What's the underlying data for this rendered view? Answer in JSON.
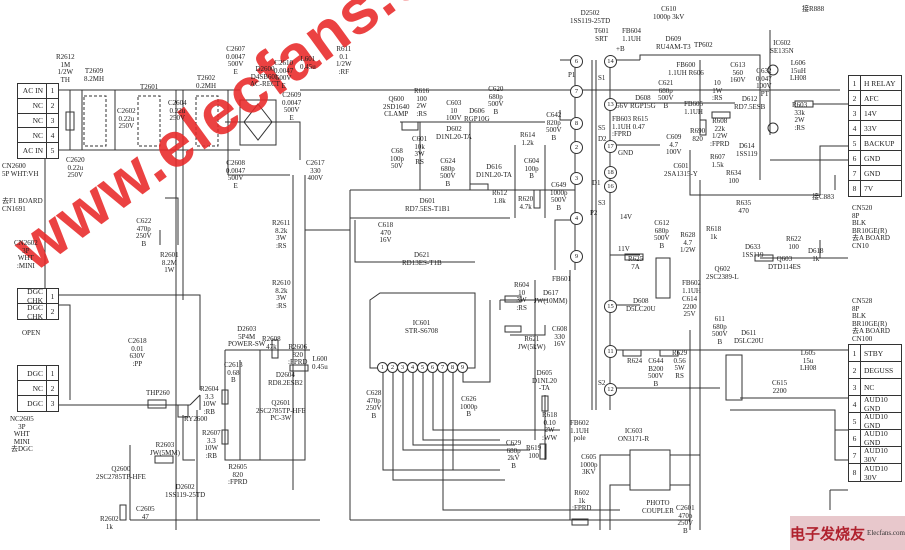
{
  "watermark": "www.elecfans.com",
  "logo": {
    "cn": "电子发烧友",
    "en": "Elecfans.com"
  },
  "connectors": {
    "cn2600": {
      "rows": [
        {
          "name": "AC IN",
          "num": "1"
        },
        {
          "name": "NC",
          "num": "2"
        },
        {
          "name": "NC",
          "num": "3"
        },
        {
          "name": "NC",
          "num": "4"
        },
        {
          "name": "AC IN",
          "num": "5"
        }
      ]
    },
    "dgc_chk": {
      "rows": [
        {
          "name": "DGC CHK",
          "num": "1"
        },
        {
          "name": "DGC CHK",
          "num": "2"
        }
      ]
    },
    "cn2605": {
      "rows": [
        {
          "name": "DGC",
          "num": "1"
        },
        {
          "name": "NC",
          "num": "2"
        },
        {
          "name": "DGC",
          "num": "3"
        }
      ]
    },
    "cn520": {
      "rows": [
        {
          "name": "H RELAY",
          "num": "1"
        },
        {
          "name": "AFC",
          "num": "2"
        },
        {
          "name": "14V",
          "num": "3"
        },
        {
          "name": "33V",
          "num": "4"
        },
        {
          "name": "BACKUP",
          "num": "5"
        },
        {
          "name": "GND",
          "num": "6"
        },
        {
          "name": "GND",
          "num": "7"
        },
        {
          "name": "7V",
          "num": "8"
        }
      ]
    },
    "cn528": {
      "rows": [
        {
          "name": "STBY",
          "num": "1"
        },
        {
          "name": "DEGUSS",
          "num": "2"
        },
        {
          "name": "NC",
          "num": "3"
        },
        {
          "name": "AUD10 GND",
          "num": "4"
        },
        {
          "name": "AUD10 GND",
          "num": "5"
        },
        {
          "name": "AUD10 GND",
          "num": "6"
        },
        {
          "name": "AUD10  30V",
          "num": "7"
        },
        {
          "name": "AUD10  30V",
          "num": "8"
        }
      ]
    }
  },
  "labels": {
    "cn2600": "CN2600\n5P WHT:VH",
    "f1board": "去F1 BOARD\nCN1691",
    "cn2602": "CN2602\n3P\nWHT\n:MINI",
    "open": "OPEN",
    "nc2605": "NC2605\n3P\nWHT\nMINI\n去DGC",
    "cn520": "CN520\n8P\nBLK\nBR10GE(R)\n去A BOARD\nCN10",
    "cn528": "CN528\n8P\nBLK\nBR10GE(R)\n去A BOARD\nCN100",
    "r2612": "R2612\n1M\n1/2W\nTH",
    "t2609": "T2609\n8.2MH",
    "c2602": "C2602\n0.22u\n250V",
    "c2620": "C2620\n0.22u\n250V",
    "t2601": "T2601",
    "c2604": "C2604\n0.22u\n250V",
    "t2602": "T2602\n0.2MH",
    "c2607": "C2607\n0.0047\n500V\nE",
    "d2600": "D2600\nD4SB60L\nAC-RECT",
    "c2610": "C2610\n0.0047\n500V\nE",
    "c2609": "C2609\n0.0047\n500V\nE",
    "c2608": "C2608\n0.0047\n500V\nE",
    "c622": "C622\n470p\n250V\nB",
    "r2601": "R2601\n8.2M\n1W",
    "r2611": "R2611\n8.2k\n3W\n:RS",
    "r2610": "R2610\n8.2k\n3W\n:RS",
    "c2617": "C2617\n330\n400V",
    "l601": "L601\n0.45u",
    "r611": "R611\n0.1\n1/2W\n:RF",
    "q600": "Q600\n2SD1640\nCLAMP",
    "r616": "R616\n100\n2W\n:RS",
    "c603": "C603\n10\n100V",
    "d606": "D606\nRGP10G",
    "c620": "C620\n680p\n500V\nB",
    "c601a": "C601\n10k\n3W\nRS",
    "c68": "C68\n100p\n50V",
    "d602": "D602\nD1NL20-TA",
    "c624": "C624\n680p\n500V\nB",
    "d601": "D601\nRD7.5ES-T1B1",
    "c618": "C618\n470\n16V",
    "d621": "D621\nRD13ES-T1B",
    "d616": "D616\nD1NL20-TA",
    "r612": "R612\n1.8k",
    "r620": "R620\n4.7k",
    "r614": "R614\n1.2k",
    "c604": "C604\n100p\nB",
    "c642": "C642\n820p\n500V\nB",
    "c649": "C649\n1000p\n500V\nB",
    "d2502": "D2502\n1SS119-25TD",
    "t601": "T601\nSRT",
    "fb604": "FB604\n1.1UH",
    "c610": "C610\n1000p 3kV",
    "d609": "D609\nRU4AM-T3",
    "tp602": "TP602",
    "fb600": "FB600\n1.1UH R606",
    "r606": "10\n1W\n:RS",
    "c621": "C621\n680p\n500V\nB",
    "d608": "D608\nRGP15G",
    "fb605": "FB605\n1.1UH",
    "fb603r615": "FB603 R615\n1.1UH 0.47\n:FPRD",
    "v56": "56V",
    "gnd": "GND",
    "plusb": "+B",
    "c613": "C613\n560\n160V",
    "c632": "C632\n0.047\n100V\n:PT",
    "ic602": "IC602\nSE135N",
    "l606": "L606\n15uH\nLH08",
    "r603": "R603\n33k\n2W\n:RS",
    "to_r888": "接R888",
    "d612": "D612\nRD7.5ESB",
    "r608": "R608\n22k\n1/2W\n:FPRD",
    "r690": "R690\n820",
    "c609": "C609\n4.7\n100V",
    "d614": "D614\n1SS119",
    "r607": "R607\n1.5k",
    "q601": "C601\n2SA1315-Y",
    "r634": "R634\n100",
    "to_c883": "接C883",
    "r635": "R635\n470",
    "r628": "R628\n4.7\n1/2W",
    "r618b": "R618\n1k",
    "q602": "Q602\n2SC2389-L",
    "d633": "D633\n1SS119",
    "q603": "Q603\nDTD114ES",
    "r622": "R622\n100",
    "d618": "D618\n1k",
    "c612": "C612\n680p\n500V\nB",
    "r625": "R625\n7A",
    "v11": "11V",
    "v14": "14V",
    "fb602b": "FB602\n1.1UH",
    "d610": "D608\nD5LC20U",
    "c614": "C614\n2200\n25V",
    "c611": "611\n680p\n500V\nB",
    "d611": "D611\nD5LC20U",
    "r624": "R624",
    "c644": "C644\nB200\n500V\nB",
    "r629": "R629\n0.56\n5W\nRS",
    "l605": "L605\n15u\nLH08",
    "c615": "C615\n2200",
    "ic603": "IC603\nON3171-R",
    "photo": "PHOTO\nCOUPLER",
    "c2601": "C2601\n470p\n250V\nB",
    "ic601": "IC601\nSTR-S6708",
    "r604": "R604\n10\n3W\n:RS",
    "d617": "D617\nJW(10MM)",
    "fb601": "FB601",
    "r621": "R621\nJW(5kW)",
    "c608": "C608\n330\n16V",
    "d605": "D605\nD1NL20\n-TA",
    "r618": "R618\n0.10\n2W\n:WW",
    "fb602": "FB602\n1.1UH\npole",
    "c605": "C605\n1000p\n3KV",
    "r619": "R619\n100",
    "c629": "C629\n680p\n2kV\nB",
    "c626": "C626\n1000p\nB",
    "c628": "C628\n470p\n250V\nB",
    "r602": "R602\n1k\n:FPRD",
    "c2618": "C2618\n0.01\n630V\n:PP",
    "thp260": "THP260",
    "ry2600": "RY2600",
    "r2603": "R2603\nJW(5MM)",
    "q2600": "Q2600\n2SC2785TP-HFE",
    "d2602": "D2602\n1SS119-25TD",
    "c2605": "C2605\n47",
    "r2602": "R2602\n1k",
    "d2603": "D2603\n5P4M\nPOWER-SW",
    "r2608": "R2608\n47k",
    "r2606": "R2606\n820\n:FPRD",
    "l600": "L600\n0.45u",
    "c2613": "C2613\n0.68\nB",
    "r2604": "R2604\n3.3\n10W\n:RB",
    "d2604": "D2604\nRD8.2ESB2",
    "q2601": "Q2601\n2SC2785TP-HFE\nPC-3W",
    "r2607": "R2607\n3.3\n10W\n:RB",
    "r2605": "R2605\n820\n:FPRD",
    "p1": "P1",
    "p2": "P2",
    "s1": "S1",
    "s5": "S5",
    "s3": "S3",
    "s2": "S2",
    "d1": "D1",
    "d2": "D2"
  },
  "transformer_pins": [
    "6",
    "7",
    "8",
    "2",
    "3",
    "4",
    "9",
    "14",
    "13",
    "17",
    "18",
    "16",
    "15",
    "11",
    "12"
  ],
  "ic601_pins": [
    "1",
    "2",
    "3",
    "4",
    "5",
    "6",
    "7",
    "8",
    "9"
  ]
}
